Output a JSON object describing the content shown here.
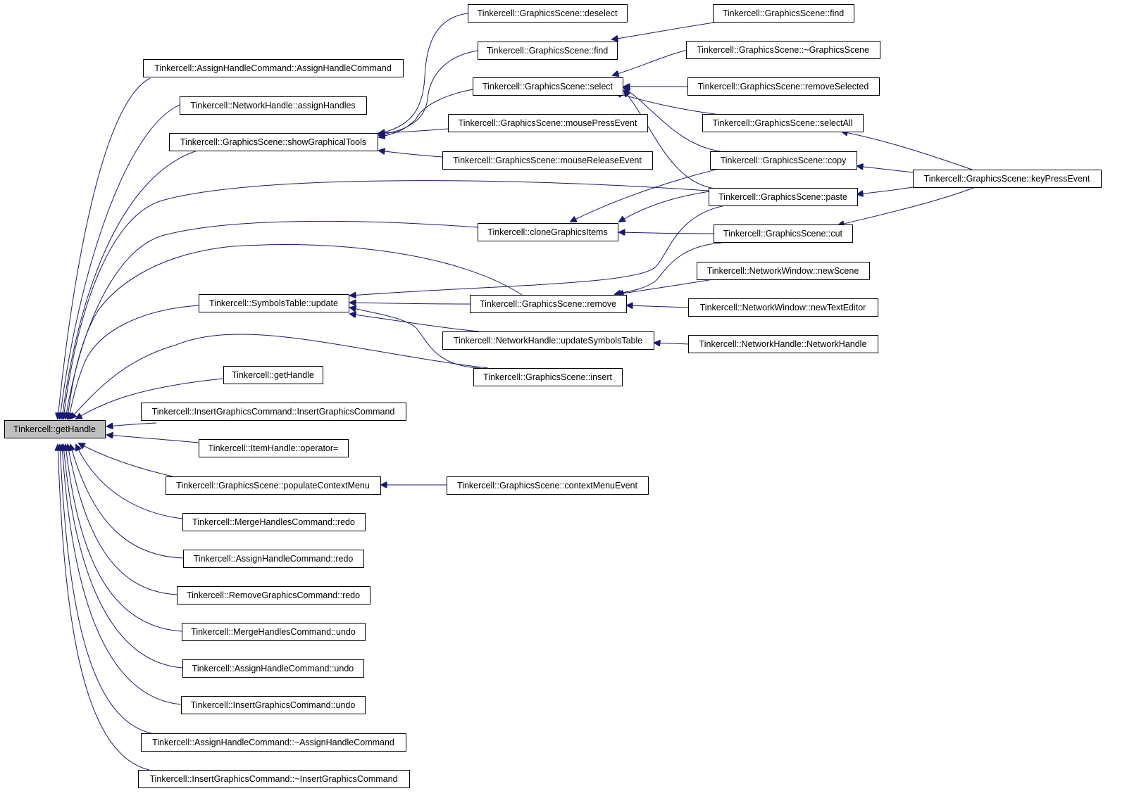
{
  "diagram": {
    "type": "call-graph",
    "colors": {
      "edge": "#191970",
      "node_border": "#000000",
      "root_fill": "#bfbfbf",
      "node_fill": "#ffffff"
    },
    "nodes": [
      {
        "id": "getHandle",
        "label": "Tinkercell::getHandle",
        "root": true
      },
      {
        "id": "assignHandleCmdCtor",
        "label": "Tinkercell::AssignHandleCommand::AssignHandleCommand"
      },
      {
        "id": "assignHandles",
        "label": "Tinkercell::NetworkHandle::assignHandles"
      },
      {
        "id": "showGraphicalTools",
        "label": "Tinkercell::GraphicsScene::showGraphicalTools"
      },
      {
        "id": "symbolsUpdate",
        "label": "Tinkercell::SymbolsTable::update"
      },
      {
        "id": "getHandle2",
        "label": "Tinkercell::getHandle"
      },
      {
        "id": "insertGfxCtor",
        "label": "Tinkercell::InsertGraphicsCommand::InsertGraphicsCommand"
      },
      {
        "id": "itemOpAssign",
        "label": "Tinkercell::ItemHandle::operator="
      },
      {
        "id": "populateCtx",
        "label": "Tinkercell::GraphicsScene::populateContextMenu"
      },
      {
        "id": "mergeRedo",
        "label": "Tinkercell::MergeHandlesCommand::redo"
      },
      {
        "id": "assignRedo",
        "label": "Tinkercell::AssignHandleCommand::redo"
      },
      {
        "id": "removeRedo",
        "label": "Tinkercell::RemoveGraphicsCommand::redo"
      },
      {
        "id": "mergeUndo",
        "label": "Tinkercell::MergeHandlesCommand::undo"
      },
      {
        "id": "assignUndo",
        "label": "Tinkercell::AssignHandleCommand::undo"
      },
      {
        "id": "insertUndo",
        "label": "Tinkercell::InsertGraphicsCommand::undo"
      },
      {
        "id": "assignDtor",
        "label": "Tinkercell::AssignHandleCommand::~AssignHandleCommand"
      },
      {
        "id": "insertDtor",
        "label": "Tinkercell::InsertGraphicsCommand::~InsertGraphicsCommand"
      },
      {
        "id": "deselect",
        "label": "Tinkercell::GraphicsScene::deselect"
      },
      {
        "id": "find",
        "label": "Tinkercell::GraphicsScene::find"
      },
      {
        "id": "select",
        "label": "Tinkercell::GraphicsScene::select"
      },
      {
        "id": "mousePress",
        "label": "Tinkercell::GraphicsScene::mousePressEvent"
      },
      {
        "id": "mouseRelease",
        "label": "Tinkercell::GraphicsScene::mouseReleaseEvent"
      },
      {
        "id": "cloneItems",
        "label": "Tinkercell::cloneGraphicsItems"
      },
      {
        "id": "remove",
        "label": "Tinkercell::GraphicsScene::remove"
      },
      {
        "id": "updateSymbols",
        "label": "Tinkercell::NetworkHandle::updateSymbolsTable"
      },
      {
        "id": "insert",
        "label": "Tinkercell::GraphicsScene::insert"
      },
      {
        "id": "contextMenuEvent",
        "label": "Tinkercell::GraphicsScene::contextMenuEvent"
      },
      {
        "id": "find2",
        "label": "Tinkercell::GraphicsScene::find"
      },
      {
        "id": "dtorScene",
        "label": "Tinkercell::GraphicsScene::~GraphicsScene"
      },
      {
        "id": "removeSelected",
        "label": "Tinkercell::GraphicsScene::removeSelected"
      },
      {
        "id": "selectAll",
        "label": "Tinkercell::GraphicsScene::selectAll"
      },
      {
        "id": "copy",
        "label": "Tinkercell::GraphicsScene::copy"
      },
      {
        "id": "paste",
        "label": "Tinkercell::GraphicsScene::paste"
      },
      {
        "id": "cut",
        "label": "Tinkercell::GraphicsScene::cut"
      },
      {
        "id": "newScene",
        "label": "Tinkercell::NetworkWindow::newScene"
      },
      {
        "id": "newTextEditor",
        "label": "Tinkercell::NetworkWindow::newTextEditor"
      },
      {
        "id": "networkHandleCtor",
        "label": "Tinkercell::NetworkHandle::NetworkHandle"
      },
      {
        "id": "keyPress",
        "label": "Tinkercell::GraphicsScene::keyPressEvent"
      }
    ],
    "edges": [
      {
        "from": "assignHandleCmdCtor",
        "to": "getHandle"
      },
      {
        "from": "assignHandles",
        "to": "getHandle"
      },
      {
        "from": "showGraphicalTools",
        "to": "getHandle"
      },
      {
        "from": "paste",
        "to": "getHandle"
      },
      {
        "from": "cloneItems",
        "to": "getHandle"
      },
      {
        "from": "remove",
        "to": "getHandle"
      },
      {
        "from": "symbolsUpdate",
        "to": "getHandle"
      },
      {
        "from": "insert",
        "to": "getHandle"
      },
      {
        "from": "getHandle2",
        "to": "getHandle"
      },
      {
        "from": "insertGfxCtor",
        "to": "getHandle"
      },
      {
        "from": "itemOpAssign",
        "to": "getHandle"
      },
      {
        "from": "populateCtx",
        "to": "getHandle"
      },
      {
        "from": "mergeRedo",
        "to": "getHandle"
      },
      {
        "from": "assignRedo",
        "to": "getHandle"
      },
      {
        "from": "removeRedo",
        "to": "getHandle"
      },
      {
        "from": "mergeUndo",
        "to": "getHandle"
      },
      {
        "from": "assignUndo",
        "to": "getHandle"
      },
      {
        "from": "insertUndo",
        "to": "getHandle"
      },
      {
        "from": "assignDtor",
        "to": "getHandle"
      },
      {
        "from": "insertDtor",
        "to": "getHandle"
      },
      {
        "from": "deselect",
        "to": "showGraphicalTools"
      },
      {
        "from": "find",
        "to": "showGraphicalTools"
      },
      {
        "from": "select",
        "to": "showGraphicalTools"
      },
      {
        "from": "mousePress",
        "to": "showGraphicalTools"
      },
      {
        "from": "mouseRelease",
        "to": "showGraphicalTools"
      },
      {
        "from": "find2",
        "to": "find"
      },
      {
        "from": "dtorScene",
        "to": "select"
      },
      {
        "from": "removeSelected",
        "to": "select"
      },
      {
        "from": "selectAll",
        "to": "select"
      },
      {
        "from": "copy",
        "to": "select"
      },
      {
        "from": "paste",
        "to": "select"
      },
      {
        "from": "copy",
        "to": "cloneItems"
      },
      {
        "from": "paste",
        "to": "cloneItems"
      },
      {
        "from": "cut",
        "to": "cloneItems"
      },
      {
        "from": "paste",
        "to": "symbolsUpdate"
      },
      {
        "from": "remove",
        "to": "symbolsUpdate"
      },
      {
        "from": "updateSymbols",
        "to": "symbolsUpdate"
      },
      {
        "from": "insert",
        "to": "symbolsUpdate"
      },
      {
        "from": "cut",
        "to": "remove"
      },
      {
        "from": "newScene",
        "to": "remove"
      },
      {
        "from": "newTextEditor",
        "to": "remove"
      },
      {
        "from": "networkHandleCtor",
        "to": "updateSymbols"
      },
      {
        "from": "contextMenuEvent",
        "to": "populateCtx"
      },
      {
        "from": "keyPress",
        "to": "selectAll"
      },
      {
        "from": "keyPress",
        "to": "copy"
      },
      {
        "from": "keyPress",
        "to": "paste"
      },
      {
        "from": "keyPress",
        "to": "cut"
      }
    ]
  }
}
